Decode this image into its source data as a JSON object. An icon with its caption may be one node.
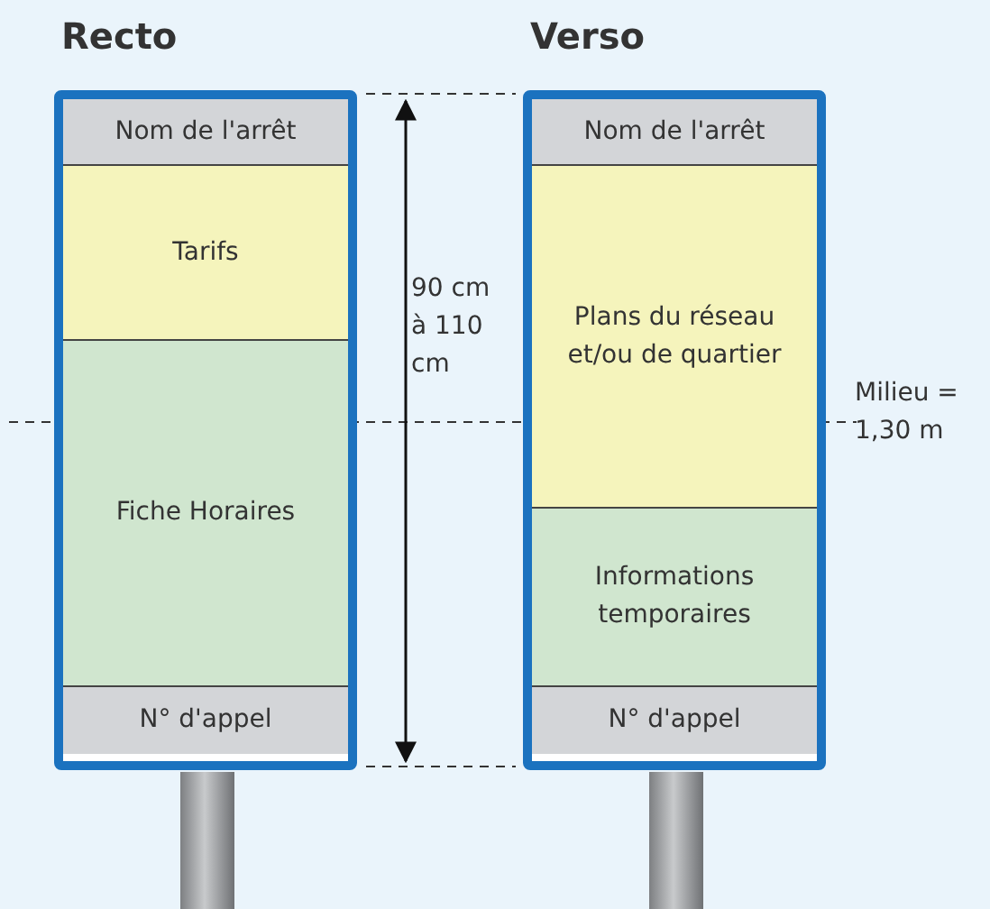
{
  "diagram": {
    "nodes": [
      {
        "text": [
          "Recto"
        ]
      },
      {
        "text": [
          "Nom de l'arrêt"
        ],
        "in": 0
      },
      {
        "text": [
          "Tarifs"
        ],
        "in": 0
      },
      {
        "text": [
          "Fiche Horaires"
        ],
        "in": 0
      },
      {
        "text": [
          "N° d'appel"
        ],
        "in": 0
      },
      {
        "text": [
          "Verso"
        ]
      },
      {
        "text": [
          "Nom de l'arrêt"
        ],
        "in": 5
      },
      {
        "text": [
          "Plans du réseau et/ou de quartier"
        ],
        "in": 5
      },
      {
        "text": [
          "Informations temporaires"
        ],
        "in": 5
      },
      {
        "text": [
          "N° d'appel"
        ],
        "in": 5
      },
      {
        "text": [],
        "shape": "bar"
      },
      {
        "text": [],
        "shape": "bar"
      }
    ],
    "edges": [],
    "labels": [
      "90 cm à 110 cm",
      "Milieu = 1,30 m"
    ]
  }
}
